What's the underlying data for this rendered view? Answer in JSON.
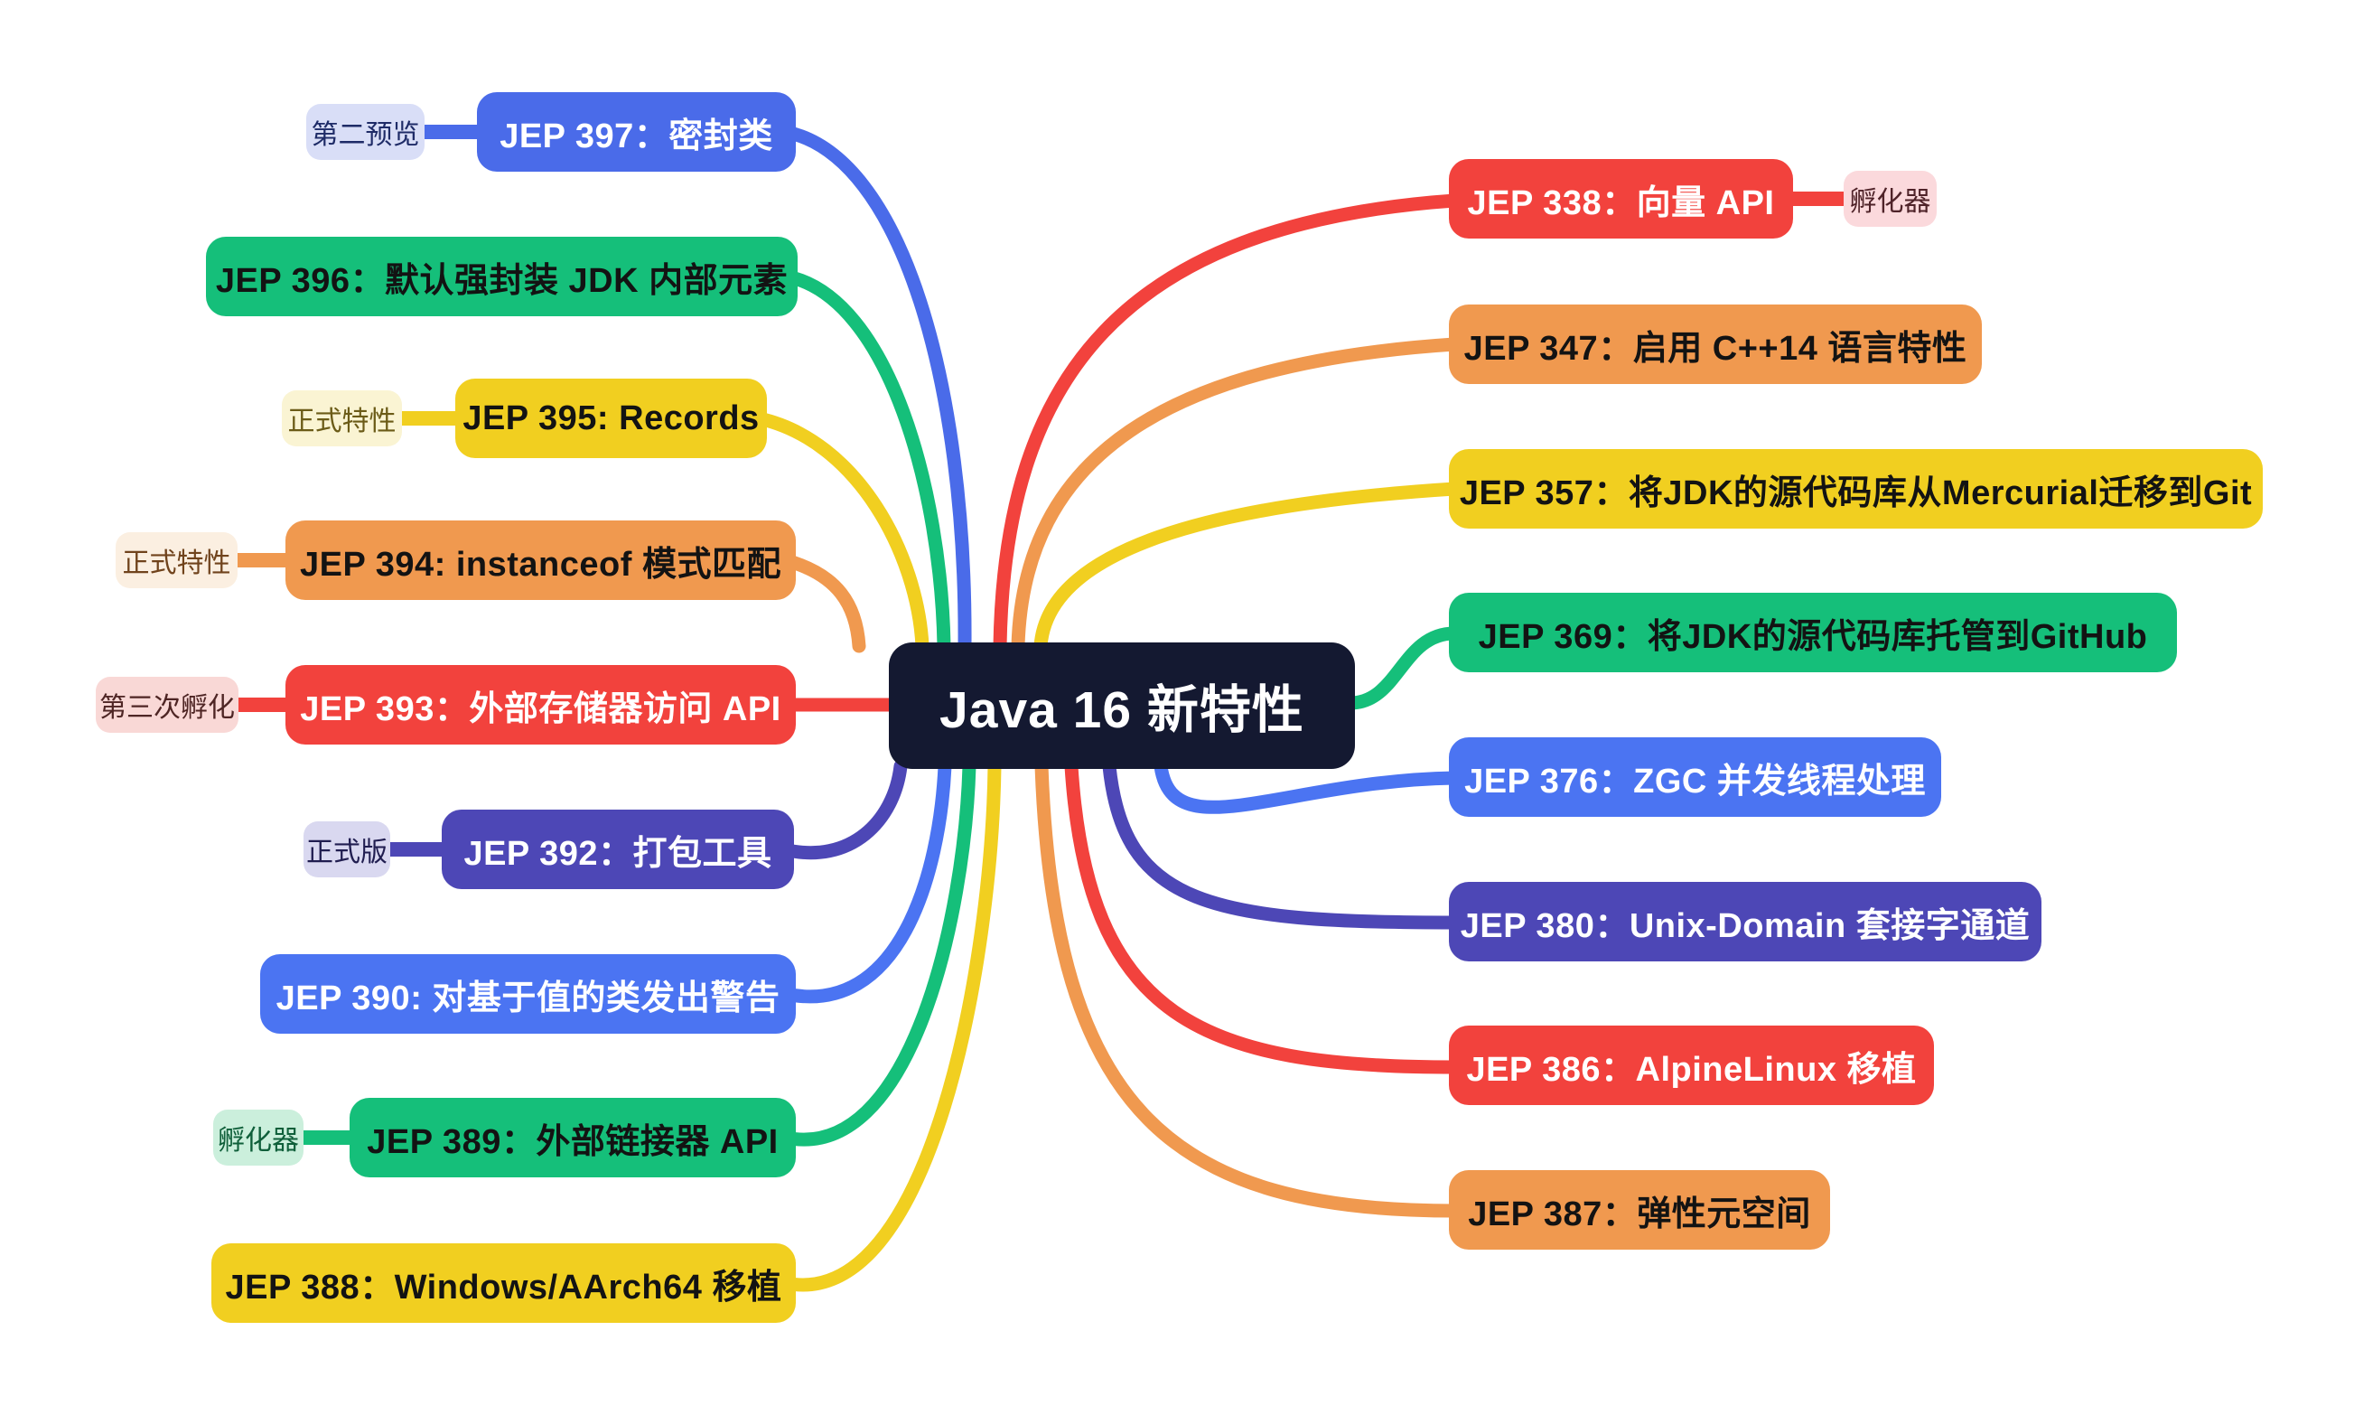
{
  "title": "Java 16 新特性",
  "palette": {
    "canvas_bg": "#FFFFFF",
    "center_bg": "#141931",
    "center_text": "#FFFFFF",
    "blue": "#4A6BE9",
    "bright_blue": "#4B74F2",
    "green": "#15BF7A",
    "yellow": "#F1CF20",
    "orange": "#F0994F",
    "red": "#F2423D",
    "indigo": "#4D47B6"
  },
  "center": {
    "label": "Java 16 新特性",
    "bg": "#141931",
    "fg": "#FFFFFF"
  },
  "left_branches": [
    {
      "id": "jep-397",
      "label": "JEP 397：密封类",
      "bg": "#4A6BE9",
      "fg": "#FFFFFF",
      "badge": {
        "label": "第二预览",
        "bg": "#D9DEF7",
        "fg": "#1E2B67"
      }
    },
    {
      "id": "jep-396",
      "label": "JEP 396：默认强封装 JDK 内部元素",
      "bg": "#15BF7A",
      "fg": "#131313",
      "badge": null
    },
    {
      "id": "jep-395",
      "label": "JEP 395: Records",
      "bg": "#F1CF20",
      "fg": "#131313",
      "badge": {
        "label": "正式特性",
        "bg": "#FAF4D3",
        "fg": "#6B5B17"
      }
    },
    {
      "id": "jep-394",
      "label": "JEP 394: instanceof 模式匹配",
      "bg": "#F0994F",
      "fg": "#131313",
      "badge": {
        "label": "正式特性",
        "bg": "#FBEFE1",
        "fg": "#70431C"
      }
    },
    {
      "id": "jep-393",
      "label": "JEP 393：外部存储器访问 API",
      "bg": "#F2423D",
      "fg": "#FFFFFF",
      "badge": {
        "label": "第三次孵化",
        "bg": "#F9D8D6",
        "fg": "#4E2524"
      }
    },
    {
      "id": "jep-392",
      "label": "JEP 392：打包工具",
      "bg": "#4D47B6",
      "fg": "#FFFFFF",
      "badge": {
        "label": "正式版",
        "bg": "#D9D8F0",
        "fg": "#201D50"
      }
    },
    {
      "id": "jep-390",
      "label": "JEP 390: 对基于值的类发出警告",
      "bg": "#4B74F2",
      "fg": "#FFFFFF",
      "badge": null
    },
    {
      "id": "jep-389",
      "label": "JEP 389：外部链接器 API",
      "bg": "#15BF7A",
      "fg": "#131313",
      "badge": {
        "label": "孵化器",
        "bg": "#CBEFDC",
        "fg": "#0F5F3A"
      }
    },
    {
      "id": "jep-388",
      "label": "JEP 388：Windows/AArch64 移植",
      "bg": "#F1CF20",
      "fg": "#131313",
      "badge": null
    }
  ],
  "right_branches": [
    {
      "id": "jep-338",
      "label": "JEP 338：向量 API",
      "bg": "#F2423D",
      "fg": "#FFFFFF",
      "badge": {
        "label": "孵化器",
        "bg": "#FBD9DC",
        "fg": "#4F2329"
      }
    },
    {
      "id": "jep-347",
      "label": "JEP 347：启用 C++14 语言特性",
      "bg": "#F0994F",
      "fg": "#131313",
      "badge": null
    },
    {
      "id": "jep-357",
      "label": "JEP 357：将JDK的源代码库从Mercurial迁移到Git",
      "bg": "#F1CF20",
      "fg": "#131313",
      "badge": null
    },
    {
      "id": "jep-369",
      "label": "JEP 369：将JDK的源代码库托管到GitHub",
      "bg": "#15BF7A",
      "fg": "#131313",
      "badge": null
    },
    {
      "id": "jep-376",
      "label": "JEP 376：ZGC 并发线程处理",
      "bg": "#4B74F2",
      "fg": "#FFFFFF",
      "badge": null
    },
    {
      "id": "jep-380",
      "label": "JEP 380：Unix-Domain 套接字通道",
      "bg": "#4D47B6",
      "fg": "#FFFFFF",
      "badge": null
    },
    {
      "id": "jep-386",
      "label": "JEP 386：AlpineLinux 移植",
      "bg": "#F2423D",
      "fg": "#FFFFFF",
      "badge": null
    },
    {
      "id": "jep-387",
      "label": "JEP 387：弹性元空间",
      "bg": "#F0994F",
      "fg": "#131313",
      "badge": null
    }
  ]
}
